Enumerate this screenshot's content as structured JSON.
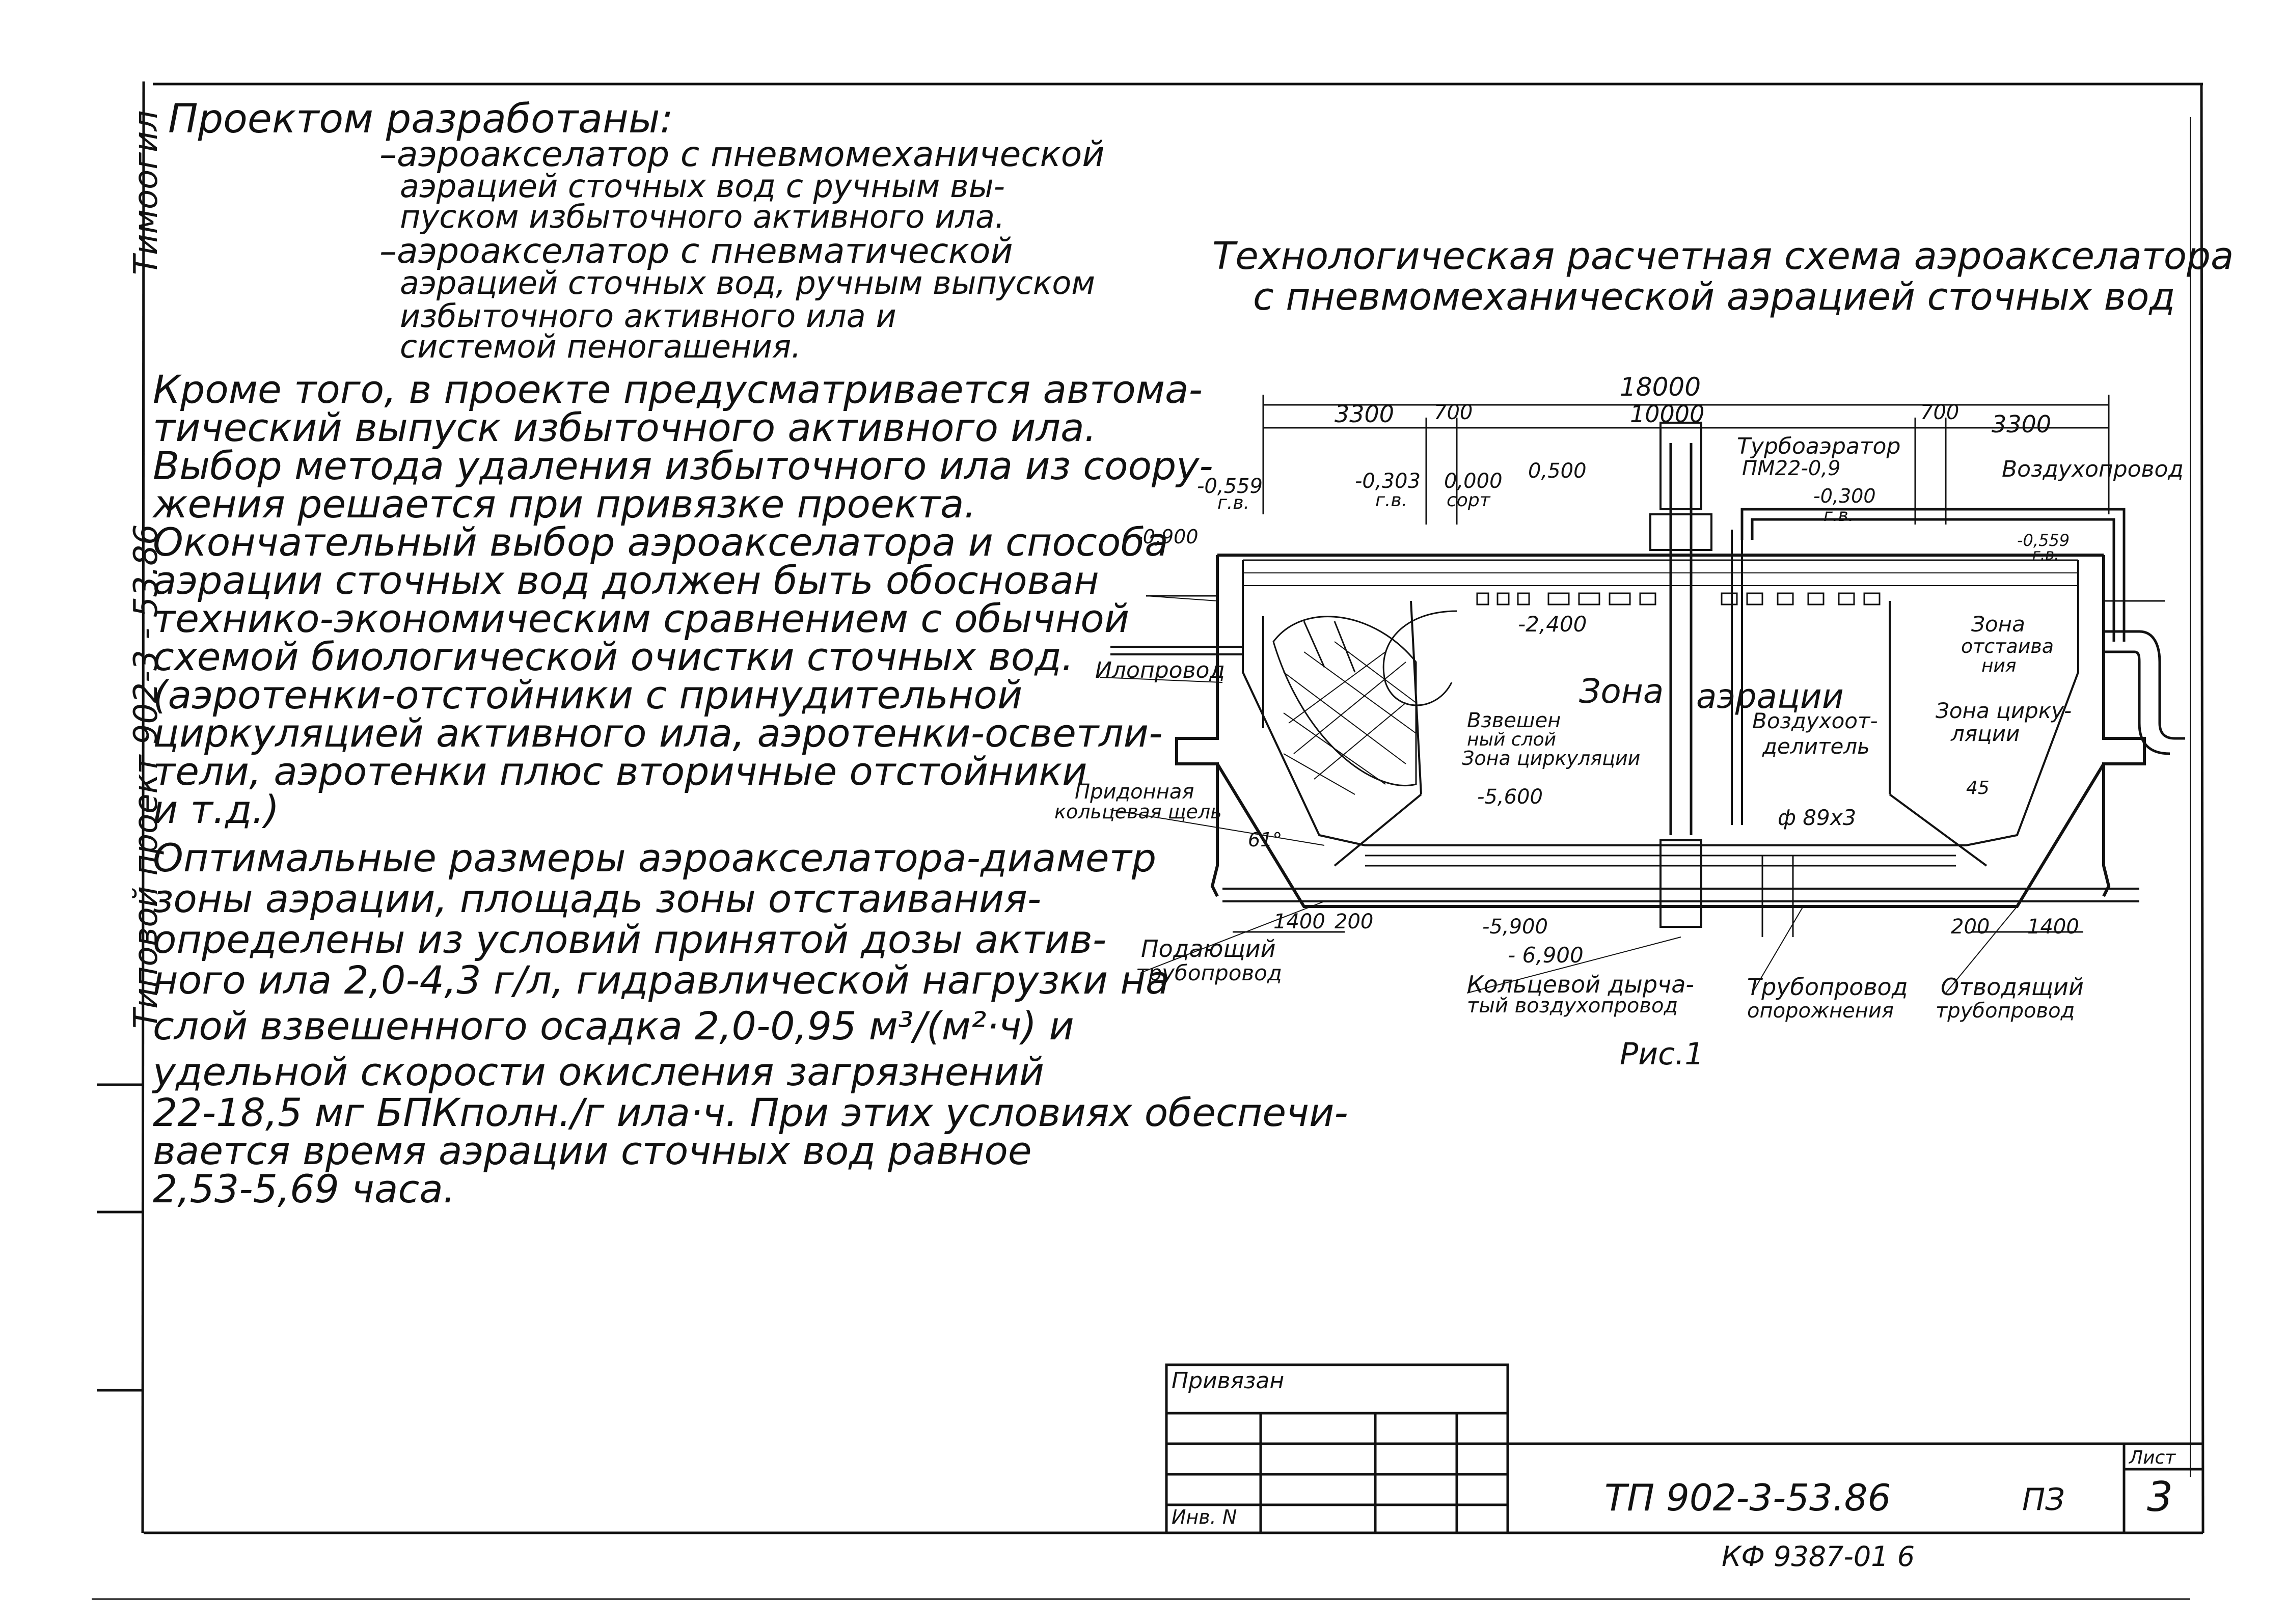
{
  "side_labels": {
    "top": "Тимоогил",
    "bottom": "Типовой проект 902-3 - 53.86"
  },
  "intro": {
    "heading": "Проектом разработаны:",
    "item1": [
      "–аэроакселатор с пневмомеханической",
      "аэрацией сточных вод с ручным вы-",
      "пуском избыточного активного ила."
    ],
    "item2": [
      "–аэроакселатор с пневматической",
      "аэрацией сточных вод, ручным выпуском",
      "избыточного активного ила и",
      "системой пеногашения."
    ]
  },
  "body_lines": [
    "Кроме того, в проекте предусматривается автома-",
    "тический выпуск избыточного активного ила.",
    "Выбор метода удаления избыточного ила из соору-",
    "жения решается при привязке проекта.",
    "Окончательный выбор аэроакселатора и способа",
    "аэрации сточных вод должен быть обоснован",
    "технико-экономическим сравнением с обычной",
    "схемой биологической очистки сточных вод.",
    "(аэротенки-отстойники с принудительной",
    "циркуляцией активного ила, аэротенки-осветли-",
    "тели, аэротенки плюс вторичные отстойники",
    "и т.д.)",
    "Оптимальные размеры аэроакселатора-диаметр",
    "зоны аэрации, площадь зоны отстаивания-",
    "определены из условий принятой дозы актив-",
    "ного ила 2,0-4,3 г/л, гидравлической нагрузки на",
    "слой взвешенного осадка 2,0-0,95 м³/(м²·ч) и",
    "удельной скорости окисления загрязнений",
    "22-18,5 мг БПКполн./г ила·ч. При этих условиях обеспечи-",
    "вается время аэрации сточных вод равное",
    "2,53-5,69 часа."
  ],
  "diagram": {
    "title_line1": "Технологическая расчетная схема аэроакселатора",
    "title_line2": "с пневмомеханической аэрацией сточных вод",
    "caption": "Рис.1",
    "dims": {
      "total": "18000",
      "d3300a": "3300",
      "d700a": "700",
      "d10000": "10000",
      "d700b": "700",
      "d3300b": "3300",
      "d1400a": "1400",
      "d200a": "200",
      "d200b": "200",
      "d1400b": "1400"
    },
    "levels": {
      "l0559": "-0,559",
      "gv1": "г.в.",
      "l0303": "-0,303",
      "gv2": "г.в.",
      "l0000": "0,000",
      "sort": "сорт",
      "l0500": "0,500",
      "l0900": "-0,900",
      "l0300": "-0,300",
      "gv3": "г.в.",
      "l0559b": "-0,559",
      "gv4": "г.в.",
      "l2400": "-2,400",
      "l5600": "-5,600",
      "l5900": "-5,900",
      "l6900": "- 6,900"
    },
    "labels": {
      "turbo": "Турбоаэратор",
      "turbo_model": "ПМ22-0,9",
      "air_pipe": "Воздухопровод",
      "sludge_pipe": "Илопровод",
      "zone_aer_a": "Зона",
      "zone_aer_b": "аэрации",
      "suspended": "Взвешен",
      "suspended2": "ный слой",
      "zone_circ_l": "Зона циркуляции",
      "air_sep": "Воздухоот-",
      "air_sep2": "делитель",
      "zone_settle": "Зона",
      "zone_settle2": "отстаива",
      "zone_settle3": "ния",
      "zone_circ_r": "Зона цирку-",
      "zone_circ_r2": "ляции",
      "bottom_slot": "Придонная",
      "bottom_slot2": "кольцевая щель",
      "angle": "61°",
      "angle2": "45",
      "pipe_size": "ф 89х3",
      "supply": "Подающий",
      "supply2": "трубопровод",
      "ring_pipe": "Кольцевой дырча-",
      "ring_pipe2": "тый воздухопровод",
      "drain": "Трубопровод",
      "drain2": "опорожнения",
      "outlet": "Отводящий",
      "outlet2": "трубопровод"
    }
  },
  "stamp": {
    "privyazan": "Привязан",
    "inv": "Инв. N",
    "code": "ТП 902-3-53.86",
    "doc": "ПЗ",
    "sheet_label": "Лист",
    "sheet": "3",
    "archive": "КФ 9387-01 6"
  }
}
